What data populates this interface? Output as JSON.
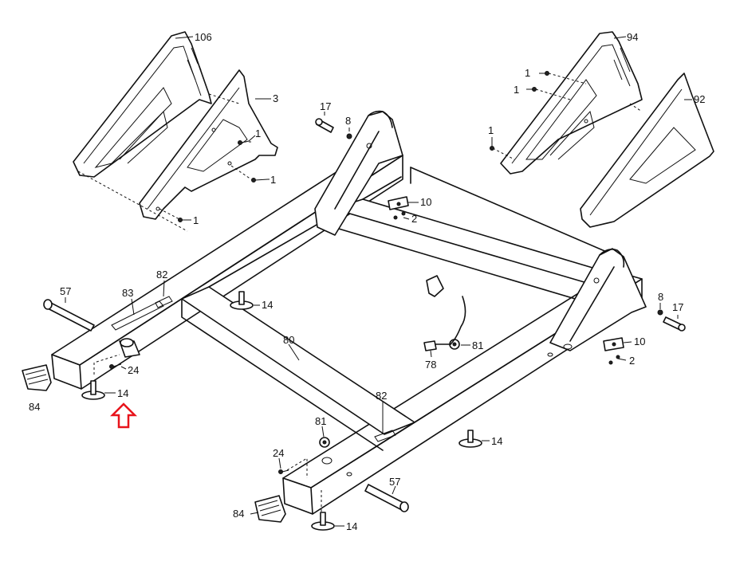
{
  "callouts": {
    "c106": "106",
    "c3": "3",
    "c1a": "1",
    "c1b": "1",
    "c1c": "1",
    "c17a": "17",
    "c8a": "8",
    "c10a": "10",
    "c2a": "2",
    "c94": "94",
    "c1d": "1",
    "c1e": "1",
    "c92": "92",
    "c1f": "1",
    "c57a": "57",
    "c83": "83",
    "c82a": "82",
    "c14a": "14",
    "c24a": "24",
    "c84a": "84",
    "c14b": "14",
    "c80": "80",
    "c78": "78",
    "c81a": "81",
    "c8b": "8",
    "c17b": "17",
    "c10b": "10",
    "c2b": "2",
    "c82b": "82",
    "c81b": "81",
    "c14c": "14",
    "c24b": "24",
    "c57b": "57",
    "c84b": "84",
    "c14d": "14"
  },
  "highlight": {
    "color": "#e8141c",
    "shape": "arrow-up"
  }
}
